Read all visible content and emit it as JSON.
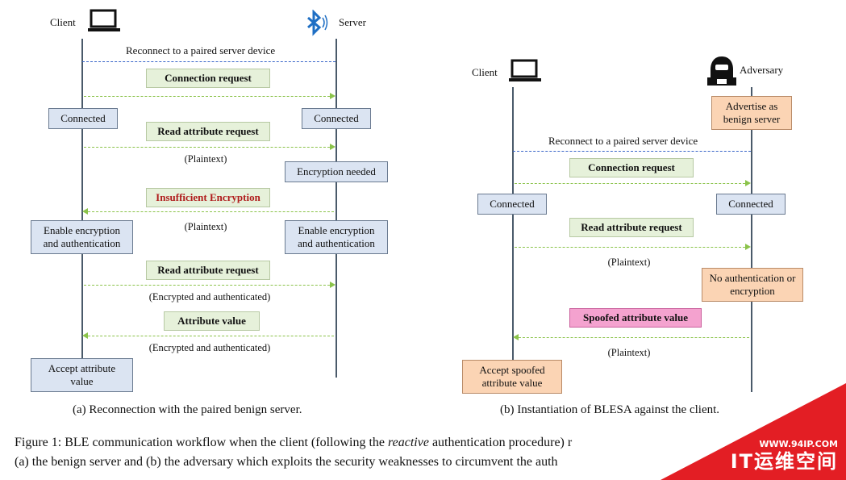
{
  "panel_a": {
    "client_label": "Client",
    "server_label": "Server",
    "reconnect": "Reconnect to a paired server device",
    "conn_req": "Connection request",
    "connected_left": "Connected",
    "connected_right": "Connected",
    "read_req1": "Read attribute request",
    "plaintext1": "(Plaintext)",
    "enc_needed": "Encryption needed",
    "insufficient": "Insufficient Encryption",
    "plaintext2": "(Plaintext)",
    "enable_left": "Enable encryption and authentication",
    "enable_right": "Enable encryption and authentication",
    "read_req2": "Read attribute request",
    "enc_auth1": "(Encrypted and authenticated)",
    "attr_value": "Attribute value",
    "enc_auth2": "(Encrypted and authenticated)",
    "accept": "Accept attribute value",
    "caption": "(a) Reconnection with the paired benign server."
  },
  "panel_b": {
    "client_label": "Client",
    "adversary_label": "Adversary",
    "advertise": "Advertise as benign server",
    "reconnect": "Reconnect to a paired server device",
    "conn_req": "Connection request",
    "connected_left": "Connected",
    "connected_right": "Connected",
    "read_req": "Read attribute request",
    "plaintext1": "(Plaintext)",
    "no_auth": "No authentication or encryption",
    "spoofed": "Spoofed attribute value",
    "plaintext2": "(Plaintext)",
    "accept": "Accept spoofed attribute value",
    "caption": "(b) Instantiation of BLESA against the client."
  },
  "figure": {
    "line1_pre": "Figure 1: BLE communication workflow when the client (following the ",
    "line1_em": "reactive",
    "line1_post": " authentication procedure) r",
    "line2": "(a) the benign server and (b) the adversary which exploits the security weaknesses to circumvent the auth"
  },
  "watermark": {
    "url": "WWW.94IP.COM",
    "name": "IT运维空间"
  },
  "colors": {
    "message_box": "#e6f1da",
    "state_box": "#dbe4f2",
    "adversary_box": "#fbd4b4",
    "spoofed_box": "#f4a2cf",
    "arrow": "#8bc34a",
    "watermark": "#e31e24"
  },
  "icons": [
    "laptop-icon",
    "bluetooth-icon",
    "adversary-icon"
  ]
}
